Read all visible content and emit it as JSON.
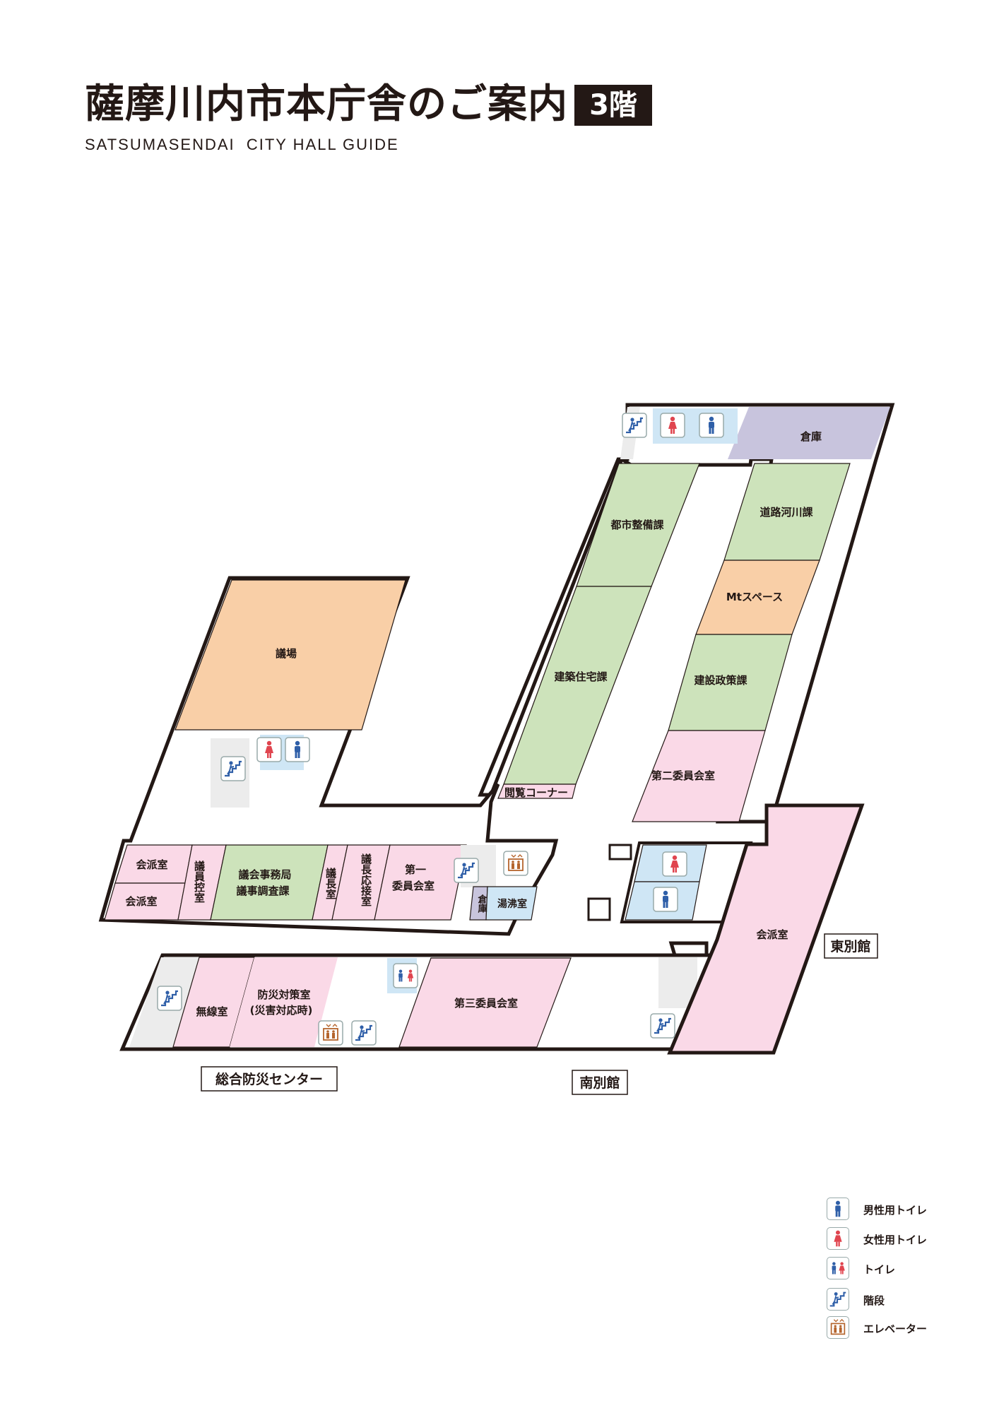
{
  "header": {
    "title": "薩摩川内市本庁舎のご案内",
    "floor": "3階",
    "subtitle": "SATSUMASENDAI  CITY HALL GUIDE"
  },
  "colors": {
    "green": "#cde3bb",
    "orange": "#f9cfa7",
    "pink": "#fad9e7",
    "purple": "#c8c4dd",
    "blue": "#cfe6f5",
    "outline": "#231815",
    "male_icon": "#2f5fa8",
    "female_icon": "#e0454f",
    "elevator_icon": "#b5652d"
  },
  "rooms": {
    "souko_top": "倉庫",
    "toshi": "都市整備課",
    "douro": "道路河川課",
    "mt": "Mtスペース",
    "kenchiku": "建築住宅課",
    "kensetsu": "建設政策課",
    "dai2": "第二委員会室",
    "etsuran": "閲覧コーナー",
    "gijou": "議場",
    "kaiha1": "会派室",
    "kaiha2": "会派室",
    "giin": "議員控室",
    "jimukyoku1": "議会事務局",
    "jimukyoku2": "議事調査課",
    "gichou": "議長室",
    "gichou_ousetsu": "議長応接室",
    "dai1_a": "第一",
    "dai1_b": "委員会室",
    "souko_small": "倉庫",
    "yuwakashi": "湯沸室",
    "kaiha_east": "会派室",
    "musen": "無線室",
    "bousai1": "防災対策室",
    "bousai2": "(災害対応時)",
    "dai3": "第三委員会室"
  },
  "buildings": {
    "east": "東別館",
    "south": "南別館",
    "bousai_center": "総合防災センター"
  },
  "legend": [
    {
      "icon": "male-toilet-icon",
      "label": "男性用トイレ"
    },
    {
      "icon": "female-toilet-icon",
      "label": "女性用トイレ"
    },
    {
      "icon": "toilet-icon",
      "label": "トイレ"
    },
    {
      "icon": "stairs-icon",
      "label": "階段"
    },
    {
      "icon": "elevator-icon",
      "label": "エレベーター"
    }
  ]
}
